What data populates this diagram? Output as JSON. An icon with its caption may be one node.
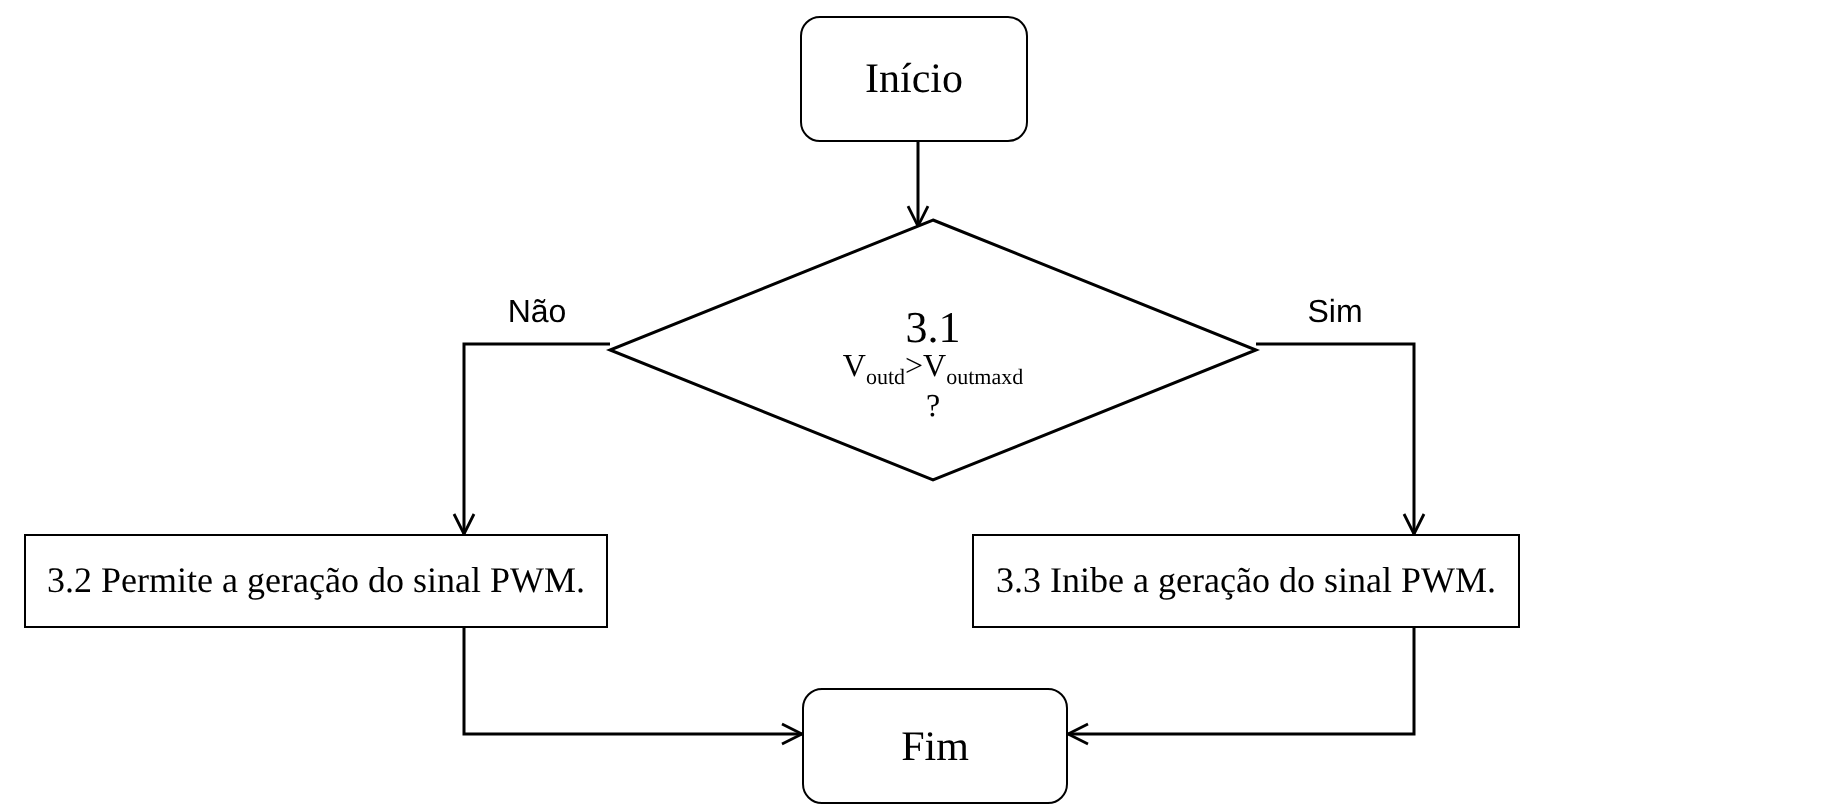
{
  "diagram": {
    "nodes": [
      {
        "text": [
          "Início"
        ]
      },
      {
        "text": [
          "3.1",
          "V$_{outd}$>V$_{outmaxd}$ ?"
        ]
      },
      {
        "text": [
          "3.2 Permite a geração do sinal PWM."
        ]
      },
      {
        "text": [
          "3.3 Inibe a geração do sinal PWM."
        ]
      },
      {
        "text": [
          "Fim"
        ]
      }
    ],
    "edges": [
      {
        "from": 0,
        "to": 1,
        "arrow": "to"
      },
      {
        "from": 1,
        "to": 2,
        "arrow": "to",
        "label": "Não"
      },
      {
        "from": 1,
        "to": 3,
        "arrow": "to",
        "label": "Sim"
      },
      {
        "from": 2,
        "to": 4,
        "arrow": "to"
      },
      {
        "from": 3,
        "to": 4,
        "arrow": "to"
      }
    ]
  }
}
